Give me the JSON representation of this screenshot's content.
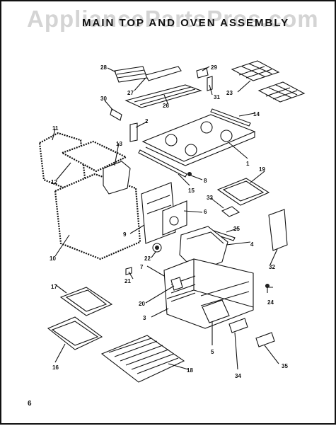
{
  "watermark": "AppliancePartsPros.com",
  "title": "MAIN TOP AND OVEN ASSEMBLY",
  "page_number": "6",
  "callouts": {
    "c1": "1",
    "c2": "2",
    "c3": "3",
    "c4": "4",
    "c5": "5",
    "c6": "6",
    "c7": "7",
    "c8": "8",
    "c9": "9",
    "c10": "10",
    "c11": "11",
    "c12": "12",
    "c13": "13",
    "c14": "14",
    "c15": "15",
    "c16": "16",
    "c17": "17",
    "c18": "18",
    "c19": "19",
    "c20": "20",
    "c21": "21",
    "c22": "22",
    "c23": "23",
    "c24": "24",
    "c25": "25",
    "c26": "26",
    "c27": "27",
    "c28": "28",
    "c29": "29",
    "c30": "30",
    "c31": "31",
    "c32": "32",
    "c33": "33",
    "c34": "34",
    "c35": "35"
  }
}
